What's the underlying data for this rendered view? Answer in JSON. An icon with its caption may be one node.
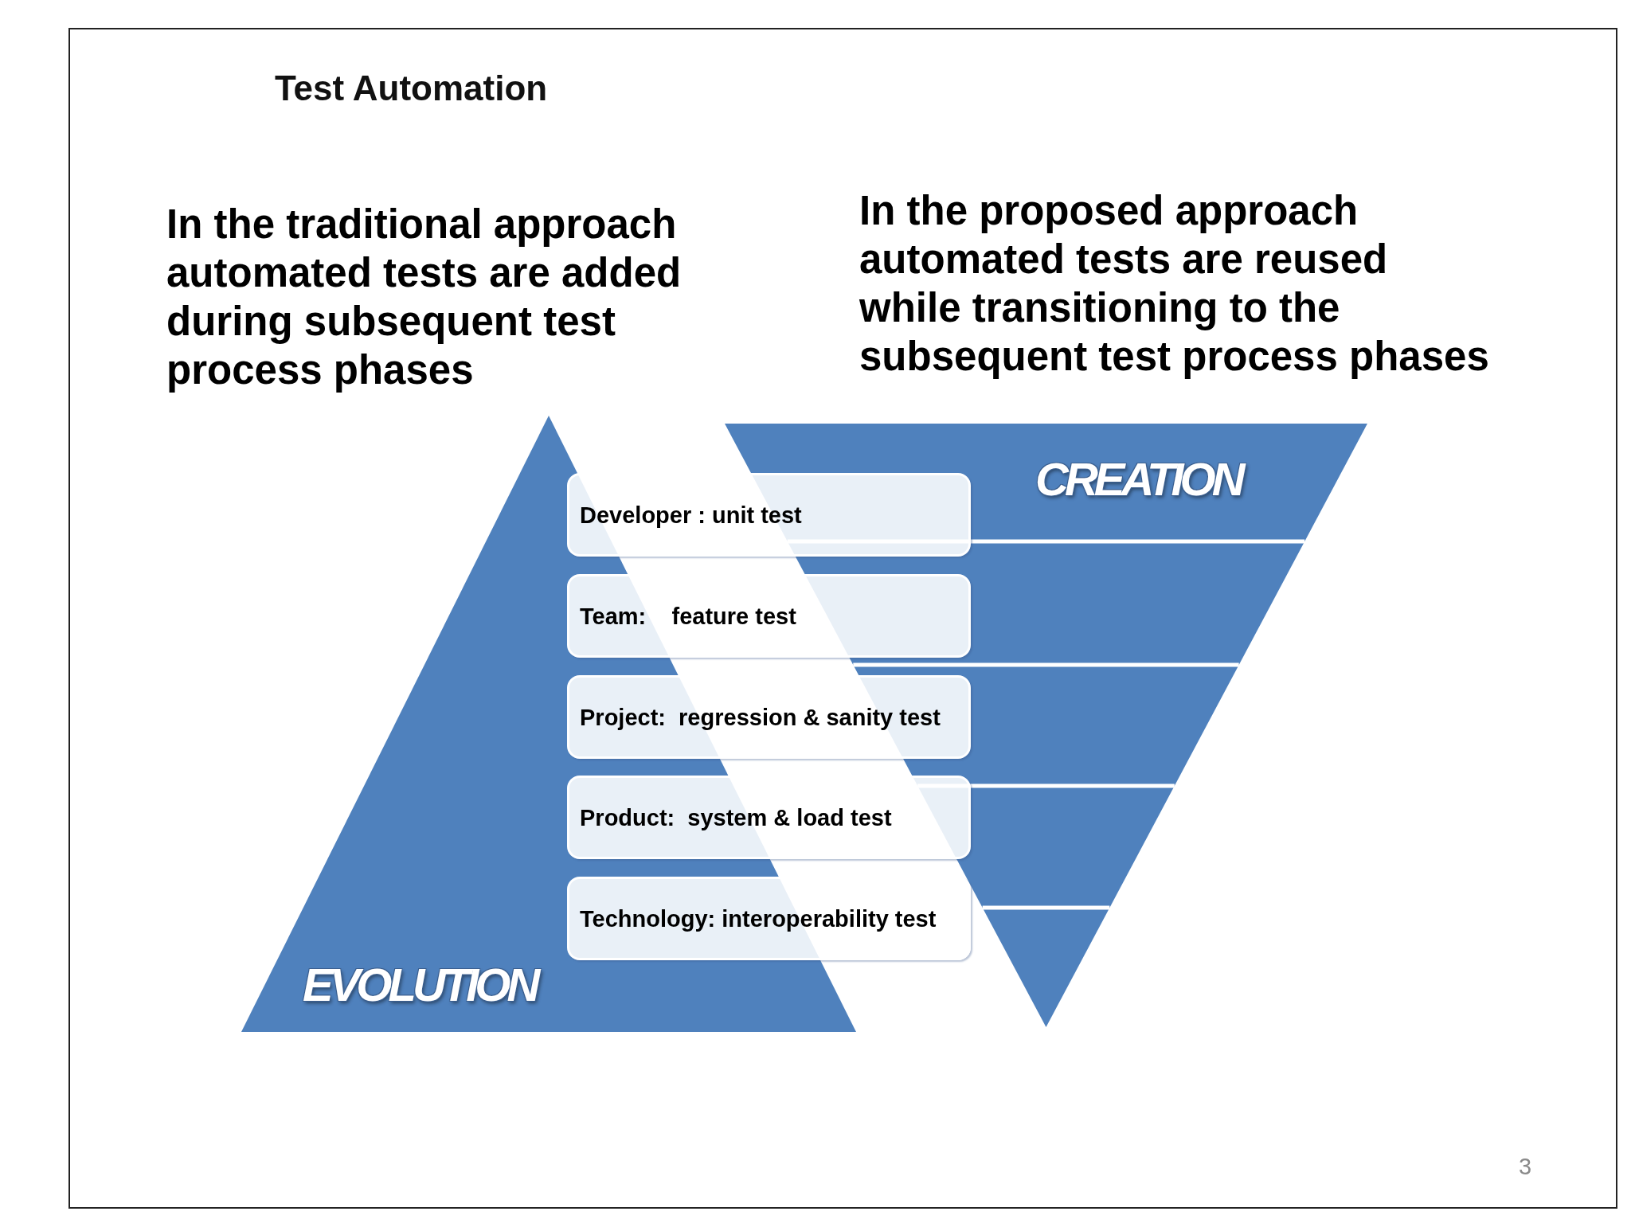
{
  "diagram": {
    "title": "Test Automation",
    "nodes": [
      {
        "text": [
          "EVOLUTION"
        ]
      },
      {
        "text": [
          "CREATION"
        ]
      },
      {
        "text": [
          "Developer : unit test"
        ]
      },
      {
        "text": [
          "Team:    feature test"
        ]
      },
      {
        "text": [
          "Project:  regression & sanity test"
        ]
      },
      {
        "text": [
          "Product:  system & load test"
        ]
      },
      {
        "text": [
          "Technology: interoperability test"
        ]
      }
    ],
    "labels": [
      "In the traditional approach automated tests are added during subsequent test process phases",
      "In the proposed approach automated tests are reused while transitioning to the subsequent test process phases",
      "3"
    ]
  }
}
